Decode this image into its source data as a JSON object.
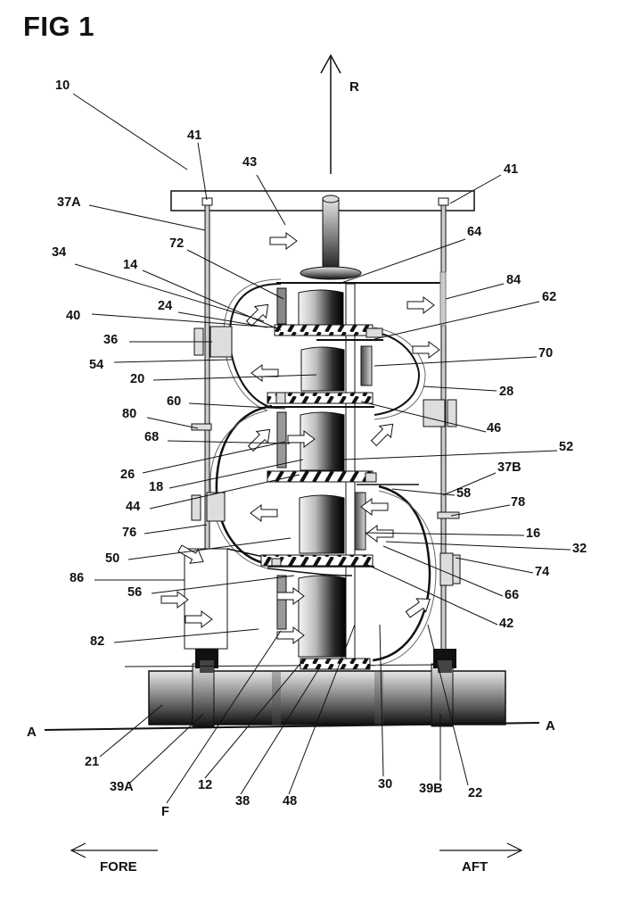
{
  "figure": {
    "title": "FIG 1"
  },
  "direction": {
    "radial": "R",
    "fore": "FORE",
    "aft": "AFT",
    "axis_start": "A",
    "axis_end": "A"
  },
  "labels": {
    "l10": "10",
    "l41a": "41",
    "l43": "43",
    "l41b": "41",
    "l37A": "37A",
    "l72": "72",
    "l64": "64",
    "l34": "34",
    "l14": "14",
    "l84": "84",
    "l24": "24",
    "l62": "62",
    "l40": "40",
    "l36": "36",
    "l54": "54",
    "l70": "70",
    "l20": "20",
    "l28": "28",
    "l60": "60",
    "l46": "46",
    "l80": "80",
    "l68": "68",
    "l52": "52",
    "l26": "26",
    "l37B": "37B",
    "l18": "18",
    "l58": "58",
    "l44": "44",
    "l78": "78",
    "l76": "76",
    "l16": "16",
    "l32": "32",
    "l50": "50",
    "l74": "74",
    "l86": "86",
    "l66": "66",
    "l56": "56",
    "l42": "42",
    "l82": "82",
    "l21": "21",
    "l39A": "39A",
    "l12": "12",
    "l38": "38",
    "l48": "48",
    "l30": "30",
    "l39B": "39B",
    "l22": "22",
    "lF": "F"
  }
}
